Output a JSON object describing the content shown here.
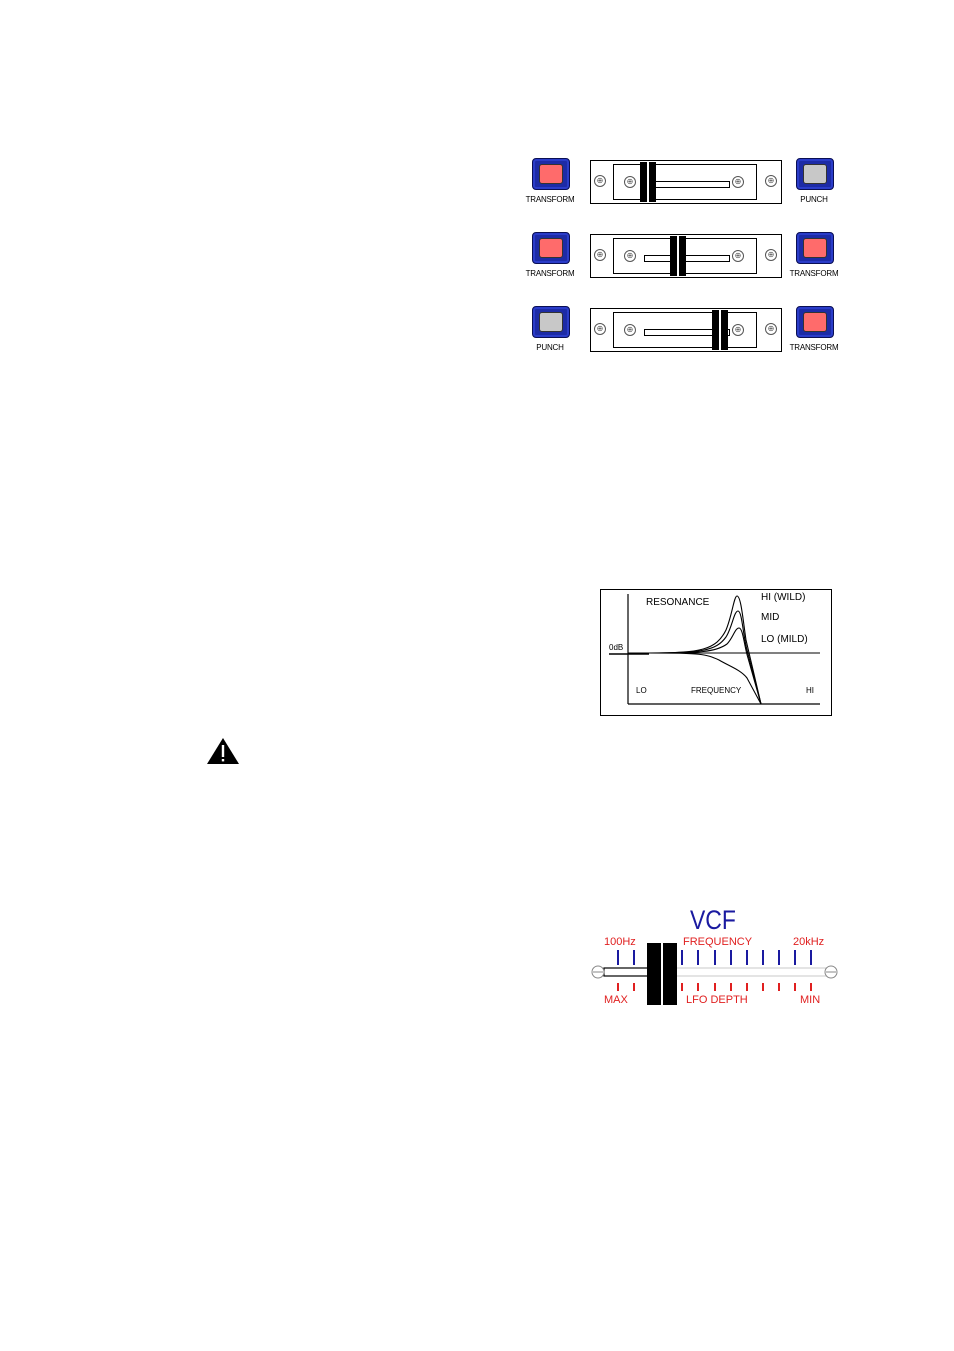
{
  "crossfaders": [
    {
      "left_label": "TRANSFORM",
      "left_lamp": "#ff6b6b",
      "right_label": "PUNCH",
      "right_lamp": "#c8c8c8",
      "position": 0.1
    },
    {
      "left_label": "TRANSFORM",
      "left_lamp": "#ff6b6b",
      "right_label": "TRANSFORM",
      "right_lamp": "#ff6b6b",
      "position": 0.5
    },
    {
      "left_label": "PUNCH",
      "left_lamp": "#c8c8c8",
      "right_label": "TRANSFORM",
      "right_lamp": "#ff6b6b",
      "position": 0.9
    }
  ],
  "resonance_graph": {
    "title": "RESONANCE",
    "curves": [
      "HI (WILD)",
      "MID",
      "LO (MILD)"
    ],
    "ref_label": "0dB",
    "x_lo": "LO",
    "x_mid": "FREQUENCY",
    "x_hi": "HI"
  },
  "warning_icon": "warning-triangle-icon",
  "vcf": {
    "title": "VCF",
    "top_left": "100Hz",
    "top_mid": "FREQUENCY",
    "top_right": "20kHz",
    "bottom_left": "MAX",
    "bottom_mid": "LFO DEPTH",
    "bottom_right": "MIN",
    "colors": {
      "blue": "#1a1aa0",
      "red": "#e02020"
    },
    "position": 0.2
  }
}
